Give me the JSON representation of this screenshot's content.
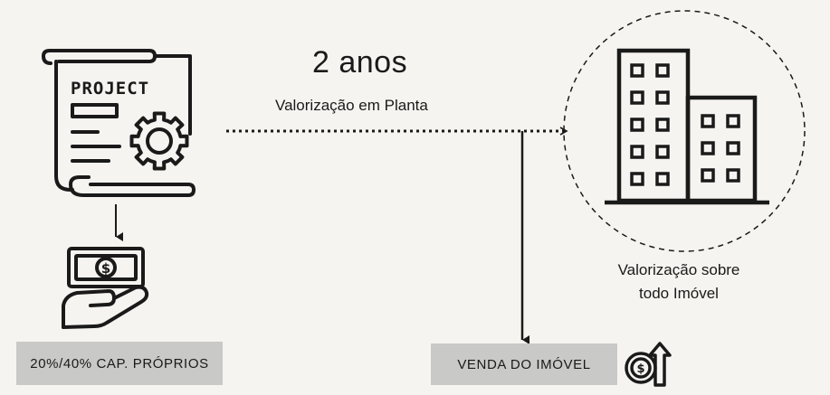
{
  "diagram": {
    "project_label": "PROJECT",
    "duration_label": "2 anos",
    "phase_label": "Valorização em Planta",
    "building_caption_line1": "Valorização sobre",
    "building_caption_line2": "todo Imóvel",
    "equity_label": "20%/40% CAP. PRÓPRIOS",
    "sale_label": "VENDA DO IMÓVEL",
    "currency_symbol": "$"
  },
  "colors": {
    "background": "#f5f4f0",
    "ink": "#1a1a1a",
    "tag_fill": "#c9c9c7"
  },
  "icons": [
    "project-scroll-icon",
    "gear-icon",
    "money-hand-icon",
    "building-icon",
    "coin-growth-icon"
  ]
}
